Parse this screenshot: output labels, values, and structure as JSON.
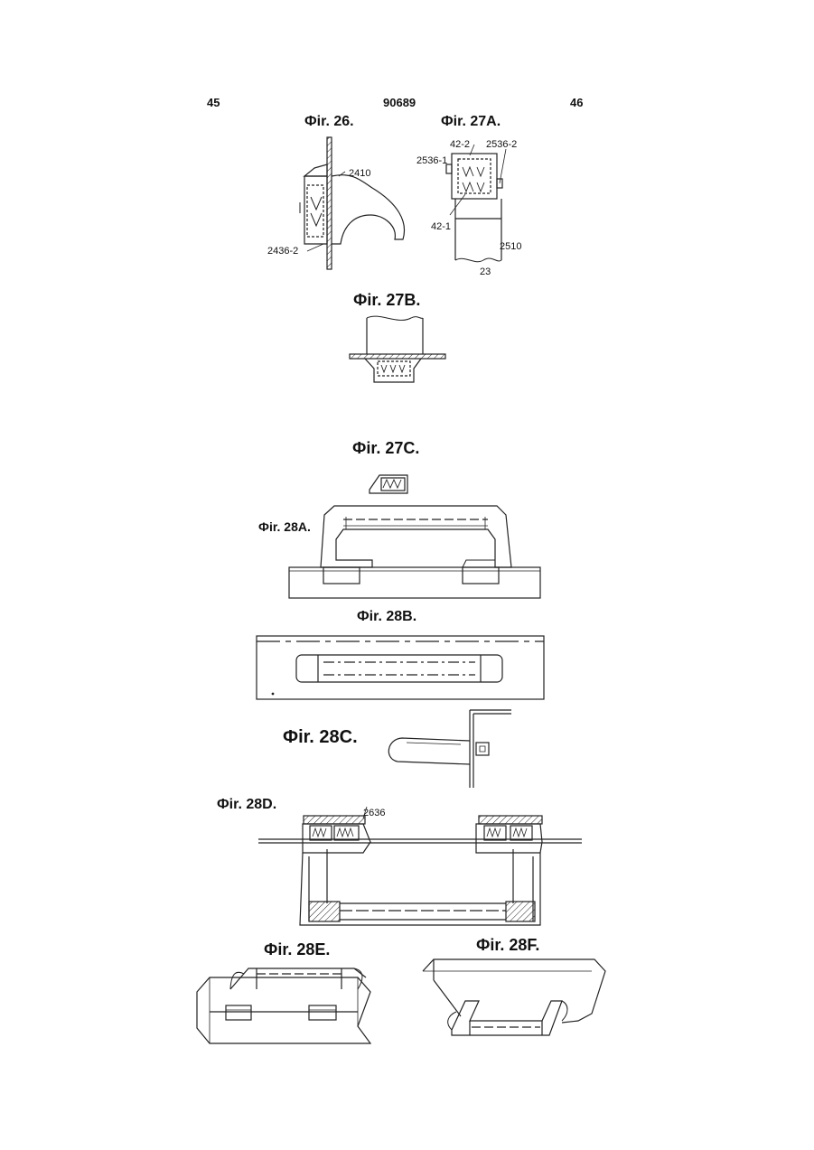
{
  "header": {
    "page_left": "45",
    "patent_number": "90689",
    "page_right": "46"
  },
  "figures": {
    "fig26": "Фir. 26.",
    "fig27a": "Фir. 27A.",
    "fig27b": "Фir. 27B.",
    "fig27c": "Фir. 27C.",
    "fig28a": "Фir. 28A.",
    "fig28b": "Фir. 28B.",
    "fig28c": "Фir. 28C.",
    "fig28d": "Фir. 28D.",
    "fig28e": "Фir. 28E.",
    "fig28f": "Фir. 28F."
  },
  "labels": {
    "l2410": "2410",
    "l2436_2": "2436-2",
    "l42_2": "42-2",
    "l2536_2": "2536-2",
    "l2536_1": "2536-1",
    "l42_1": "42-1",
    "l2510": "2510",
    "l23": "23",
    "l2636": "2636"
  }
}
